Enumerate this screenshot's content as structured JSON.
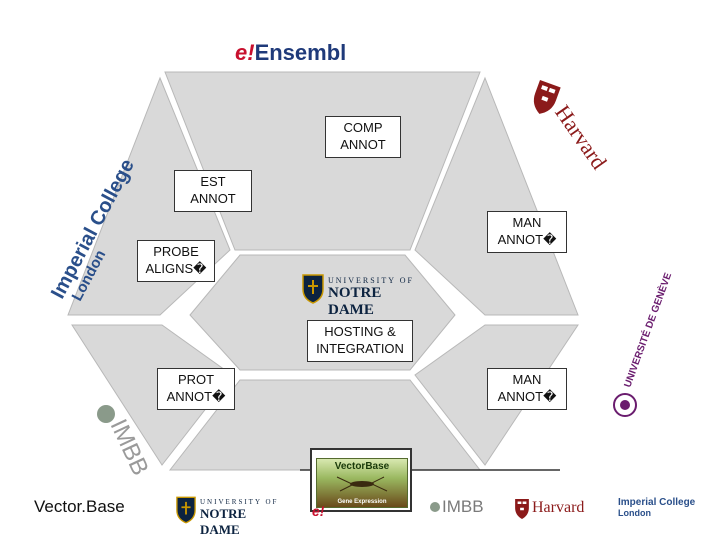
{
  "brand_colors": {
    "imperial_blue": "#2a4f8a",
    "harvard_crimson": "#8b1a1a",
    "notre_dame_navy": "#0c2340",
    "notre_dame_gold": "#c99700",
    "imbb_grey": "#7a7a7a",
    "geneve_purple": "#6a1c6e",
    "ensembl_blue": "#1f3a7a",
    "ensembl_red": "#c8102e"
  },
  "segments": {
    "comp_annot": "COMP\nANNOT",
    "est_annot": "EST\nANNOT",
    "man_annot_top": "MAN\nANNOT�",
    "probe_aligns": "PROBE\nALIGNS�",
    "hosting": "HOSTING &\nINTEGRATION",
    "prot_annot": "PROT\nANNOT�",
    "man_annot_bottom": "MAN\nANNOT�"
  },
  "logos": {
    "ensembl_prefix": "e!",
    "ensembl_name": "Ensembl",
    "harvard": "Harvard",
    "imperial_line1": "Imperial College",
    "imperial_line2": "London",
    "nd_line1": "UNIVERSITY OF",
    "nd_line2": "NOTRE DAME",
    "geneve": "UNIVERSITÉ DE GENÈVE",
    "imbb": "IMBB",
    "vectorbase_title": "VectorBase",
    "vectorbase_sub": "Gene Expression"
  },
  "vectorbase_caption": "Vector.Base"
}
